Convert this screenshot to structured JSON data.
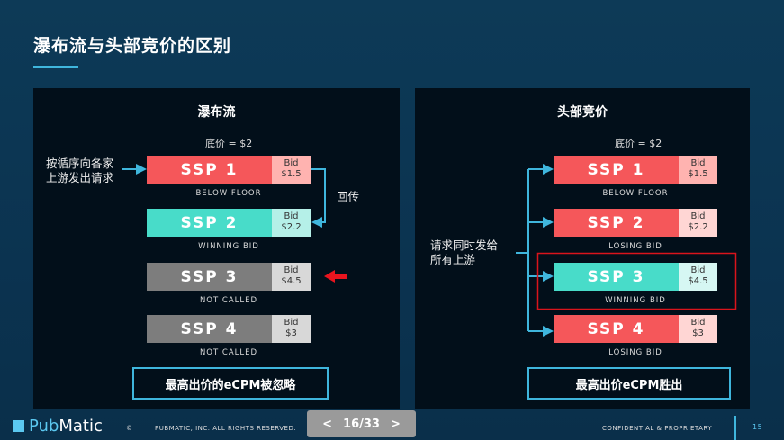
{
  "title": "瀑布流与头部竞价的区别",
  "colors": {
    "red": "#f5575a",
    "teal": "#48dcc9",
    "gray": "#7d7d7d",
    "accent": "#3fb6dd"
  },
  "left": {
    "title": "瀑布流",
    "floor": "底价 = $2",
    "side": [
      "按循序向各家",
      "上游发出请求"
    ],
    "return_label": "回传",
    "ssps": [
      {
        "name": "SSP 1",
        "bid_label": "Bid",
        "bid": "$1.5",
        "status": "BELOW FLOOR",
        "type": "red"
      },
      {
        "name": "SSP 2",
        "bid_label": "Bid",
        "bid": "$2.2",
        "status": "WINNING BID",
        "type": "teal"
      },
      {
        "name": "SSP 3",
        "bid_label": "Bid",
        "bid": "$4.5",
        "status": "NOT CALLED",
        "type": "gray"
      },
      {
        "name": "SSP 4",
        "bid_label": "Bid",
        "bid": "$3",
        "status": "NOT CALLED",
        "type": "gray"
      }
    ],
    "callout": "最高出价的eCPM被忽略"
  },
  "right": {
    "title": "头部竞价",
    "floor": "底价 = $2",
    "side": [
      "请求同时发给",
      "所有上游"
    ],
    "ssps": [
      {
        "name": "SSP 1",
        "bid_label": "Bid",
        "bid": "$1.5",
        "status": "BELOW FLOOR",
        "type": "red"
      },
      {
        "name": "SSP 2",
        "bid_label": "Bid",
        "bid": "$2.2",
        "status": "LOSING BID",
        "type": "red"
      },
      {
        "name": "SSP 3",
        "bid_label": "Bid",
        "bid": "$4.5",
        "status": "WINNING BID",
        "type": "teal"
      },
      {
        "name": "SSP 4",
        "bid_label": "Bid",
        "bid": "$3",
        "status": "LOSING BID",
        "type": "red"
      }
    ],
    "callout": "最高出价eCPM胜出"
  },
  "footer": {
    "logo_a": "Pub",
    "logo_b": "Matic",
    "copyright_symbol": "©",
    "copyright": "PUBMATIC, INC. ALL RIGHTS RESERVED.",
    "confidential": "CONFIDENTIAL & PROPRIETARY",
    "slide_number": "15"
  },
  "pager": {
    "prev": "<",
    "page": "16/33",
    "next": ">"
  }
}
